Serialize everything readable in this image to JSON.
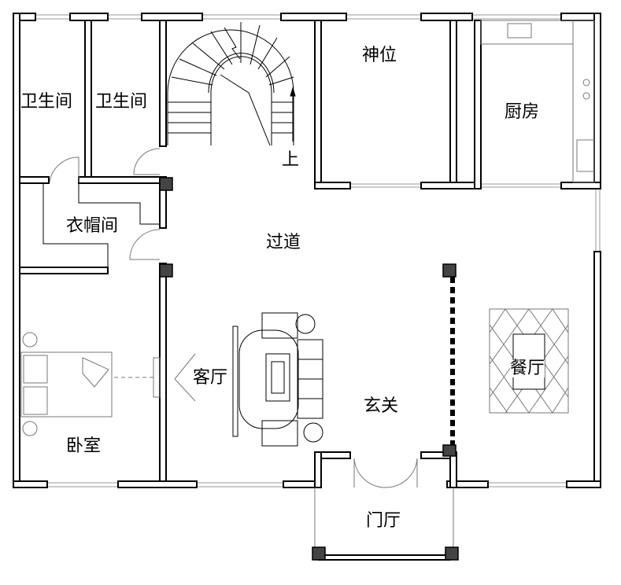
{
  "rooms": {
    "bath1": "卫生间",
    "bath2": "卫生间",
    "shrine": "神位",
    "kitchen": "厨房",
    "stair_up": "上",
    "closet": "衣帽间",
    "corridor": "过道",
    "living": "客厅",
    "foyer": "玄关",
    "dining": "餐厅",
    "bedroom": "卧室",
    "porch": "门厅"
  }
}
